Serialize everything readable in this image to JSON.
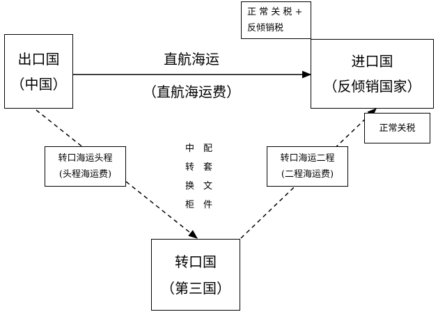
{
  "exporter": {
    "name": "出口国",
    "sub": "（中国）"
  },
  "importer": {
    "name": "进口国",
    "sub": "（反倾销国家）"
  },
  "transit": {
    "name": "转口国",
    "sub": "（第三国）"
  },
  "direct_route": {
    "title": "直航海运",
    "sub": "（直航海运费）"
  },
  "tax_top": {
    "line1": "正 常 关 税 +",
    "line2": "反倾销税"
  },
  "tax_side": "正常关税",
  "leg1": {
    "line1": "转口海运头程",
    "line2": "(头程海运费)"
  },
  "leg2": {
    "line1": "转口海运二程",
    "line2": "(二程海运费)"
  },
  "middle_text": {
    "col1": [
      "中",
      "转",
      "换",
      "柜"
    ],
    "col2": [
      "配",
      "套",
      "文",
      "件"
    ]
  }
}
